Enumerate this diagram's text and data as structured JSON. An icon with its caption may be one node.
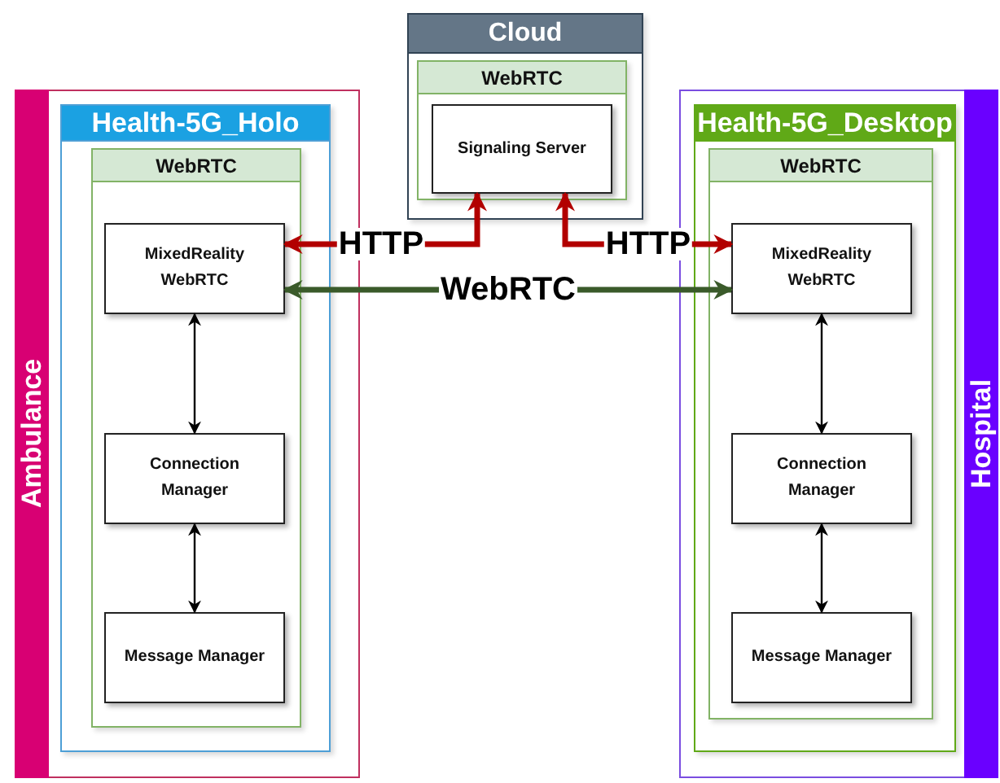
{
  "diagram": {
    "nodes": [
      {
        "text": [
          "Cloud"
        ]
      },
      {
        "text": [
          "WebRTC"
        ],
        "in": 0
      },
      {
        "text": [
          "Signaling Server"
        ],
        "in": 1
      },
      {
        "text": [
          "Ambulance"
        ]
      },
      {
        "text": [
          "Health-5G_Holo"
        ],
        "in": 3
      },
      {
        "text": [
          "WebRTC"
        ],
        "in": 4
      },
      {
        "text": [
          "MixedReality WebRTC"
        ],
        "in": 5
      },
      {
        "text": [
          "Connection Manager"
        ],
        "in": 5
      },
      {
        "text": [
          "Message Manager"
        ],
        "in": 5
      },
      {
        "text": [
          "Hospital"
        ]
      },
      {
        "text": [
          "Health-5G_Desktop"
        ],
        "in": 9
      },
      {
        "text": [
          "WebRTC"
        ],
        "in": 10
      },
      {
        "text": [
          "MixedReality WebRTC"
        ],
        "in": 11
      },
      {
        "text": [
          "Connection Manager"
        ],
        "in": 11
      },
      {
        "text": [
          "Message Manager"
        ],
        "in": 11
      }
    ],
    "edges": [
      {
        "from": 2,
        "to": 6,
        "arrow": "both",
        "label": "HTTP",
        "style": "thick",
        "color": "#b20000"
      },
      {
        "from": 2,
        "to": 12,
        "arrow": "both",
        "label": "HTTP",
        "style": "thick",
        "color": "#b20000"
      },
      {
        "from": 6,
        "to": 12,
        "arrow": "both",
        "label": "WebRTC",
        "style": "thick",
        "color": "#3a5a2a"
      },
      {
        "from": 6,
        "to": 7,
        "arrow": "both"
      },
      {
        "from": 7,
        "to": 8,
        "arrow": "both"
      },
      {
        "from": 12,
        "to": 13,
        "arrow": "both"
      },
      {
        "from": 13,
        "to": 14,
        "arrow": "both"
      }
    ]
  }
}
